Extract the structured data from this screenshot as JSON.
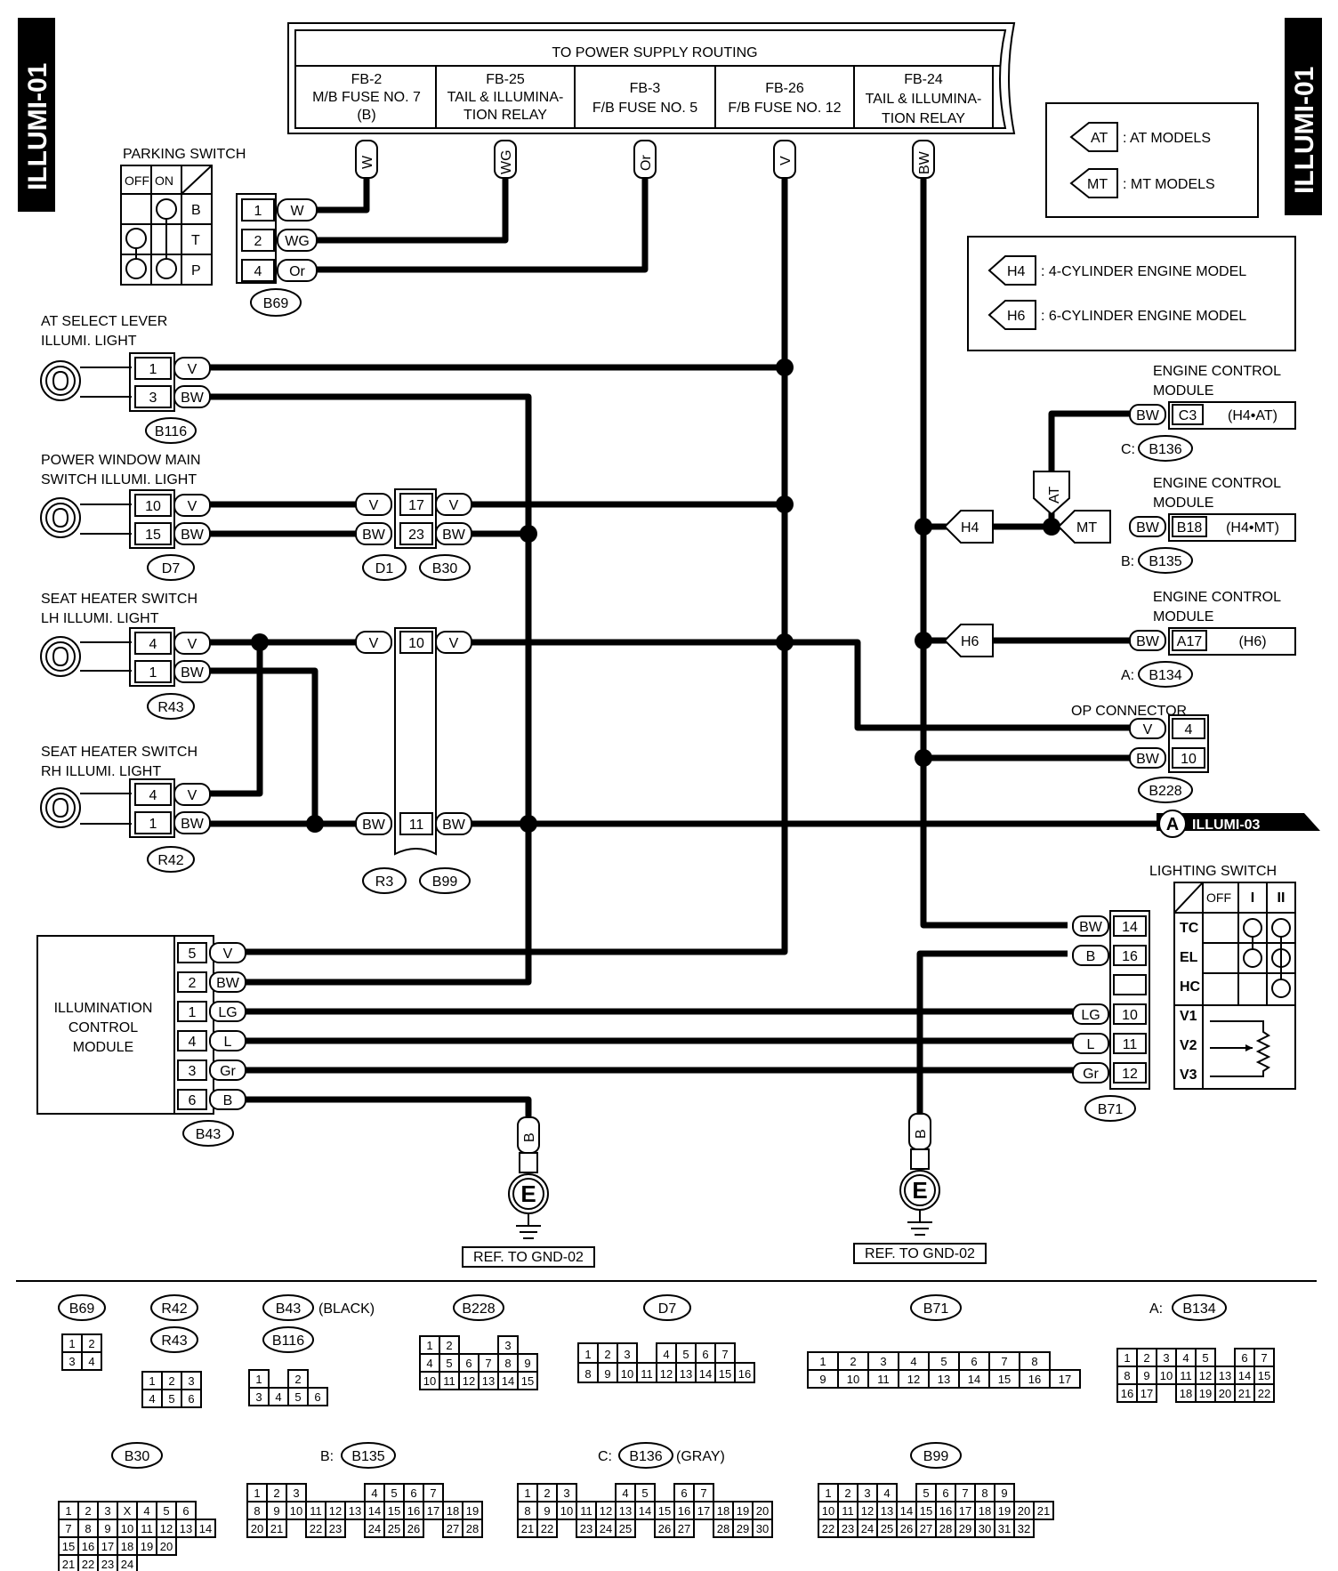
{
  "page_tag": "ILLUMI-01",
  "power": {
    "header": "TO POWER SUPPLY ROUTING",
    "fuses": [
      {
        "l1": "FB-2",
        "l2": "M/B FUSE NO. 7",
        "l3": "(B)",
        "wire": "W"
      },
      {
        "l1": "FB-25",
        "l2": "TAIL & ILLUMINA-",
        "l3": "TION RELAY",
        "wire": "WG"
      },
      {
        "l1": "FB-3",
        "l2": "F/B FUSE NO. 5",
        "l3": "",
        "wire": "Or"
      },
      {
        "l1": "FB-26",
        "l2": "F/B FUSE NO. 12",
        "l3": "",
        "wire": "V"
      },
      {
        "l1": "FB-24",
        "l2": "TAIL & ILLUMINA-",
        "l3": "TION RELAY",
        "wire": "BW"
      }
    ]
  },
  "legends": {
    "at": {
      "tag": "AT",
      "text": ": AT MODELS"
    },
    "mt": {
      "tag": "MT",
      "text": ": MT MODELS"
    },
    "h4": {
      "tag": "H4",
      "text": ": 4-CYLINDER ENGINE MODEL"
    },
    "h6": {
      "tag": "H6",
      "text": ": 6-CYLINDER ENGINE MODEL"
    }
  },
  "parking_switch": {
    "title": "PARKING SWITCH",
    "off": "OFF",
    "on": "ON",
    "rows": [
      "B",
      "T",
      "P"
    ],
    "pins": [
      {
        "pin": "1",
        "wire": "W"
      },
      {
        "pin": "2",
        "wire": "WG"
      },
      {
        "pin": "4",
        "wire": "Or"
      }
    ],
    "connector": "B69"
  },
  "lights": [
    {
      "t1": "AT SELECT LEVER",
      "t2": "ILLUMI. LIGHT",
      "p1": "1",
      "w1": "V",
      "p2": "3",
      "w2": "BW",
      "conn": "B116"
    },
    {
      "t1": "POWER WINDOW MAIN",
      "t2": "SWITCH ILLUMI. LIGHT",
      "p1": "10",
      "w1": "V",
      "p2": "15",
      "w2": "BW",
      "conn": "D7"
    },
    {
      "t1": "SEAT HEATER SWITCH",
      "t2": "LH ILLUMI. LIGHT",
      "p1": "4",
      "w1": "V",
      "p2": "1",
      "w2": "BW",
      "conn": "R43"
    },
    {
      "t1": "SEAT HEATER SWITCH",
      "t2": "RH ILLUMI. LIGHT",
      "p1": "4",
      "w1": "V",
      "p2": "1",
      "w2": "BW",
      "conn": "R42"
    }
  ],
  "joint_d1_b30": {
    "wa": "V",
    "wb": "BW",
    "pa": "17",
    "pb": "23",
    "wc": "V",
    "wd": "BW",
    "ca": "D1",
    "cb": "B30"
  },
  "joint_r3_b99": {
    "wa": "V",
    "pa": "10",
    "wc": "V",
    "wb": "BW",
    "pb": "11",
    "wd": "BW",
    "ca": "R3",
    "cb": "B99"
  },
  "ecm": [
    {
      "title1": "ENGINE CONTROL",
      "title2": "MODULE",
      "wire": "BW",
      "pin": "C3",
      "model": "(H4•AT)",
      "prefix": "C:",
      "conn": "B136"
    },
    {
      "title1": "ENGINE CONTROL",
      "title2": "MODULE",
      "wire": "BW",
      "pin": "B18",
      "model": "(H4•MT)",
      "prefix": "B:",
      "conn": "B135"
    },
    {
      "title1": "ENGINE CONTROL",
      "title2": "MODULE",
      "wire": "BW",
      "pin": "A17",
      "model": "(H6)",
      "prefix": "A:",
      "conn": "B134"
    }
  ],
  "op_connector": {
    "title": "OP CONNECTOR",
    "rows": [
      {
        "wire": "V",
        "pin": "4"
      },
      {
        "wire": "BW",
        "pin": "10"
      }
    ],
    "conn": "B228"
  },
  "offpage": {
    "tag": "A",
    "ref": "ILLUMI-03"
  },
  "icm": {
    "l1": "ILLUMINATION",
    "l2": "CONTROL",
    "l3": "MODULE",
    "pins": [
      {
        "pin": "5",
        "wire": "V"
      },
      {
        "pin": "2",
        "wire": "BW"
      },
      {
        "pin": "1",
        "wire": "LG"
      },
      {
        "pin": "4",
        "wire": "L"
      },
      {
        "pin": "3",
        "wire": "Gr"
      },
      {
        "pin": "6",
        "wire": "B"
      }
    ],
    "conn": "B43"
  },
  "lighting_switch": {
    "title": "LIGHTING SWITCH",
    "off": "OFF",
    "c1": "I",
    "c2": "II",
    "rows": [
      {
        "wire": "BW",
        "pin": "14",
        "term": "TC"
      },
      {
        "wire": "B",
        "pin": "16",
        "term": "EL"
      },
      {
        "wire": "",
        "pin": "",
        "term": "HC"
      },
      {
        "wire": "LG",
        "pin": "10",
        "term": "V1"
      },
      {
        "wire": "L",
        "pin": "11",
        "term": "V2"
      },
      {
        "wire": "Gr",
        "pin": "12",
        "term": "V3"
      }
    ],
    "conn": "B71"
  },
  "grounds": [
    {
      "wire": "B",
      "sym": "E",
      "ref": "REF. TO GND-02"
    },
    {
      "wire": "B",
      "sym": "E",
      "ref": "REF. TO GND-02"
    }
  ],
  "connectors": {
    "B69": {
      "name": "B69",
      "rows": [
        [
          "1",
          "2"
        ],
        [
          "3",
          "4"
        ]
      ]
    },
    "R42": {
      "name": "R42"
    },
    "R43": {
      "name": "R43",
      "rows": [
        [
          "1",
          "2",
          "3"
        ],
        [
          "4",
          "5",
          "6"
        ]
      ]
    },
    "B43": {
      "name": "B43",
      "note": "(BLACK)"
    },
    "B116": {
      "name": "B116",
      "rows": [
        [
          "1",
          "",
          "2"
        ],
        [
          "3",
          "4",
          "5",
          "6"
        ]
      ]
    },
    "B228": {
      "name": "B228",
      "rows": [
        [
          "1",
          "2",
          "",
          "",
          "3"
        ],
        [
          "4",
          "5",
          "6",
          "7",
          "8",
          "9"
        ],
        [
          "10",
          "11",
          "12",
          "13",
          "14",
          "15"
        ]
      ]
    },
    "D7": {
      "name": "D7",
      "rows": [
        [
          "1",
          "2",
          "3",
          "",
          "4",
          "5",
          "6",
          "7"
        ],
        [
          "8",
          "9",
          "10",
          "11",
          "12",
          "13",
          "14",
          "15",
          "16"
        ]
      ]
    },
    "B71": {
      "name": "B71",
      "rows": [
        [
          "1",
          "2",
          "3",
          "4",
          "5",
          "6",
          "7",
          "8"
        ],
        [
          "9",
          "10",
          "11",
          "12",
          "13",
          "14",
          "15",
          "16",
          "17"
        ]
      ]
    },
    "B134": {
      "prefix": "A:",
      "name": "B134",
      "rows": [
        [
          "1",
          "2",
          "3",
          "4",
          "5",
          "",
          "6",
          "7"
        ],
        [
          "8",
          "9",
          "10",
          "11",
          "12",
          "13",
          "14",
          "15"
        ],
        [
          "16",
          "17",
          "",
          "18",
          "19",
          "20",
          "21",
          "22"
        ]
      ]
    },
    "B30": {
      "name": "B30",
      "rows": [
        [
          "1",
          "2",
          "3",
          "X",
          "4",
          "5",
          "6"
        ],
        [
          "7",
          "8",
          "9",
          "10",
          "11",
          "12",
          "13",
          "14"
        ],
        [
          "15",
          "16",
          "17",
          "18",
          "19",
          "20"
        ],
        [
          "21",
          "22",
          "23",
          "24"
        ]
      ]
    },
    "B135": {
      "prefix": "B:",
      "name": "B135",
      "rows": [
        [
          "1",
          "2",
          "3",
          "",
          "",
          "",
          "4",
          "5",
          "6",
          "7"
        ],
        [
          "8",
          "9",
          "10",
          "11",
          "12",
          "13",
          "14",
          "15",
          "16",
          "17",
          "18",
          "19"
        ],
        [
          "20",
          "21",
          "",
          "22",
          "23",
          "",
          "24",
          "25",
          "26",
          "",
          "27",
          "28"
        ]
      ]
    },
    "B136": {
      "prefix": "C:",
      "name": "B136",
      "note": "(GRAY)",
      "rows": [
        [
          "1",
          "2",
          "3",
          "",
          "",
          "4",
          "5",
          "",
          "6",
          "7"
        ],
        [
          "8",
          "9",
          "10",
          "11",
          "12",
          "13",
          "14",
          "15",
          "16",
          "17",
          "18",
          "19",
          "20"
        ],
        [
          "21",
          "22",
          "",
          "23",
          "24",
          "25",
          "",
          "26",
          "27",
          "",
          "28",
          "29",
          "30"
        ]
      ]
    },
    "B99": {
      "name": "B99",
      "rows": [
        [
          "1",
          "2",
          "3",
          "4",
          "",
          "5",
          "6",
          "7",
          "8",
          "9"
        ],
        [
          "10",
          "11",
          "12",
          "13",
          "14",
          "15",
          "16",
          "17",
          "18",
          "19",
          "20",
          "21"
        ],
        [
          "22",
          "23",
          "24",
          "25",
          "26",
          "27",
          "28",
          "29",
          "30",
          "31",
          "32"
        ]
      ]
    }
  }
}
